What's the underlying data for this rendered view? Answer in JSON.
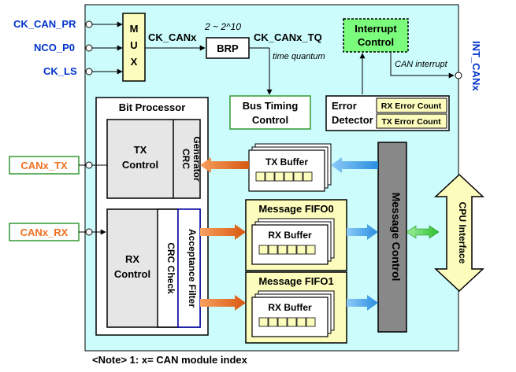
{
  "inputs": {
    "ck_can_pr": "CK_CAN_PR",
    "nco_p0": "NCO_P0",
    "ck_ls": "CK_LS",
    "canx_tx": "CANx_TX",
    "canx_rx": "CANx_RX"
  },
  "output": {
    "int_canx": "INT_CANx"
  },
  "mux": {
    "label": "MUX",
    "letters": [
      "M",
      "U",
      "X"
    ]
  },
  "signals": {
    "ck_canx": "CK_CANx",
    "range": "2 ~ 2^10",
    "ck_canx_tq": "CK_CANx_TQ",
    "time_quantum": "time quantum",
    "can_interrupt": "CAN interrupt"
  },
  "blocks": {
    "brp": "BRP",
    "interrupt_control": [
      "Interrupt",
      "Control"
    ],
    "bus_timing_control": [
      "Bus Timing",
      "Control"
    ],
    "error_detector": [
      "Error",
      "Detector"
    ],
    "rx_error_count": "RX Error Count",
    "tx_error_count": "TX Error Count",
    "bit_processor": "Bit Processor",
    "tx_control": [
      "TX",
      "Control"
    ],
    "crc_generator": [
      "CRC",
      "Generator"
    ],
    "rx_control": [
      "RX",
      "Control"
    ],
    "crc_check": "CRC Check",
    "acceptance_filter": "Acceptance Filter",
    "tx_buffer": "TX Buffer",
    "message_fifo0": "Message  FIFO0",
    "message_fifo1": "Message  FIFO1",
    "rx_buffer": "RX Buffer",
    "message_control": "Message Control",
    "cpu_interface": "CPU Interface"
  },
  "note": "<Note>  1: x= CAN module index",
  "colors": {
    "module_bg": "#ccfcfc",
    "mux_fill": "#fcfcbc",
    "interrupt_fill": "#7cfc7c",
    "cpu_fill": "#fcfcbc",
    "block_gray": "#e6e6e6",
    "message_control_fill": "#888888",
    "input_label": "#0033cc",
    "can_pin": "#f07020",
    "arrow_orange": "#e06010",
    "arrow_blue": "#3399e6",
    "arrow_green": "#33cc33",
    "border_green": "#339933"
  }
}
